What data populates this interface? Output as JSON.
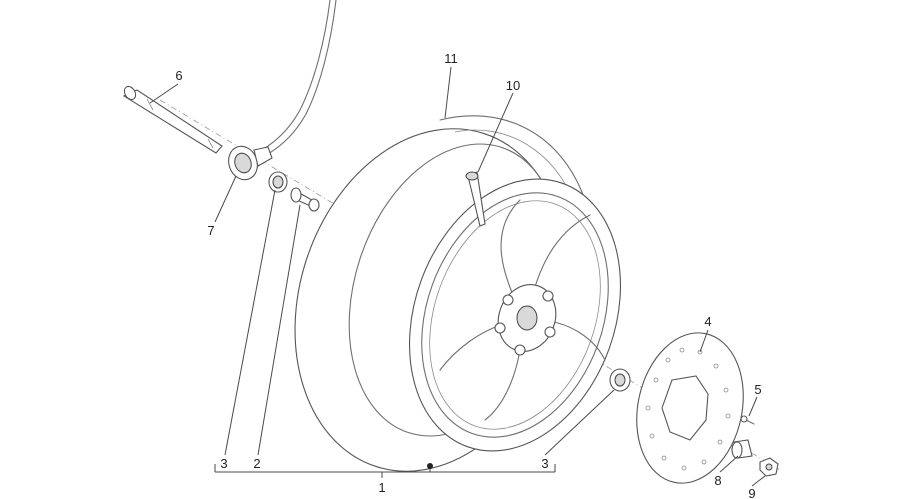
{
  "callouts": [
    {
      "id": "c1",
      "label": "1"
    },
    {
      "id": "c2",
      "label": "2"
    },
    {
      "id": "c3a",
      "label": "3"
    },
    {
      "id": "c3b",
      "label": "3"
    },
    {
      "id": "c4",
      "label": "4"
    },
    {
      "id": "c5",
      "label": "5"
    },
    {
      "id": "c6",
      "label": "6"
    },
    {
      "id": "c7",
      "label": "7"
    },
    {
      "id": "c8",
      "label": "8"
    },
    {
      "id": "c9",
      "label": "9"
    },
    {
      "id": "c10",
      "label": "10"
    },
    {
      "id": "c11",
      "label": "11"
    }
  ],
  "colors": {
    "line": "#6f6f6f",
    "text": "#222222",
    "background": "#ffffff"
  }
}
